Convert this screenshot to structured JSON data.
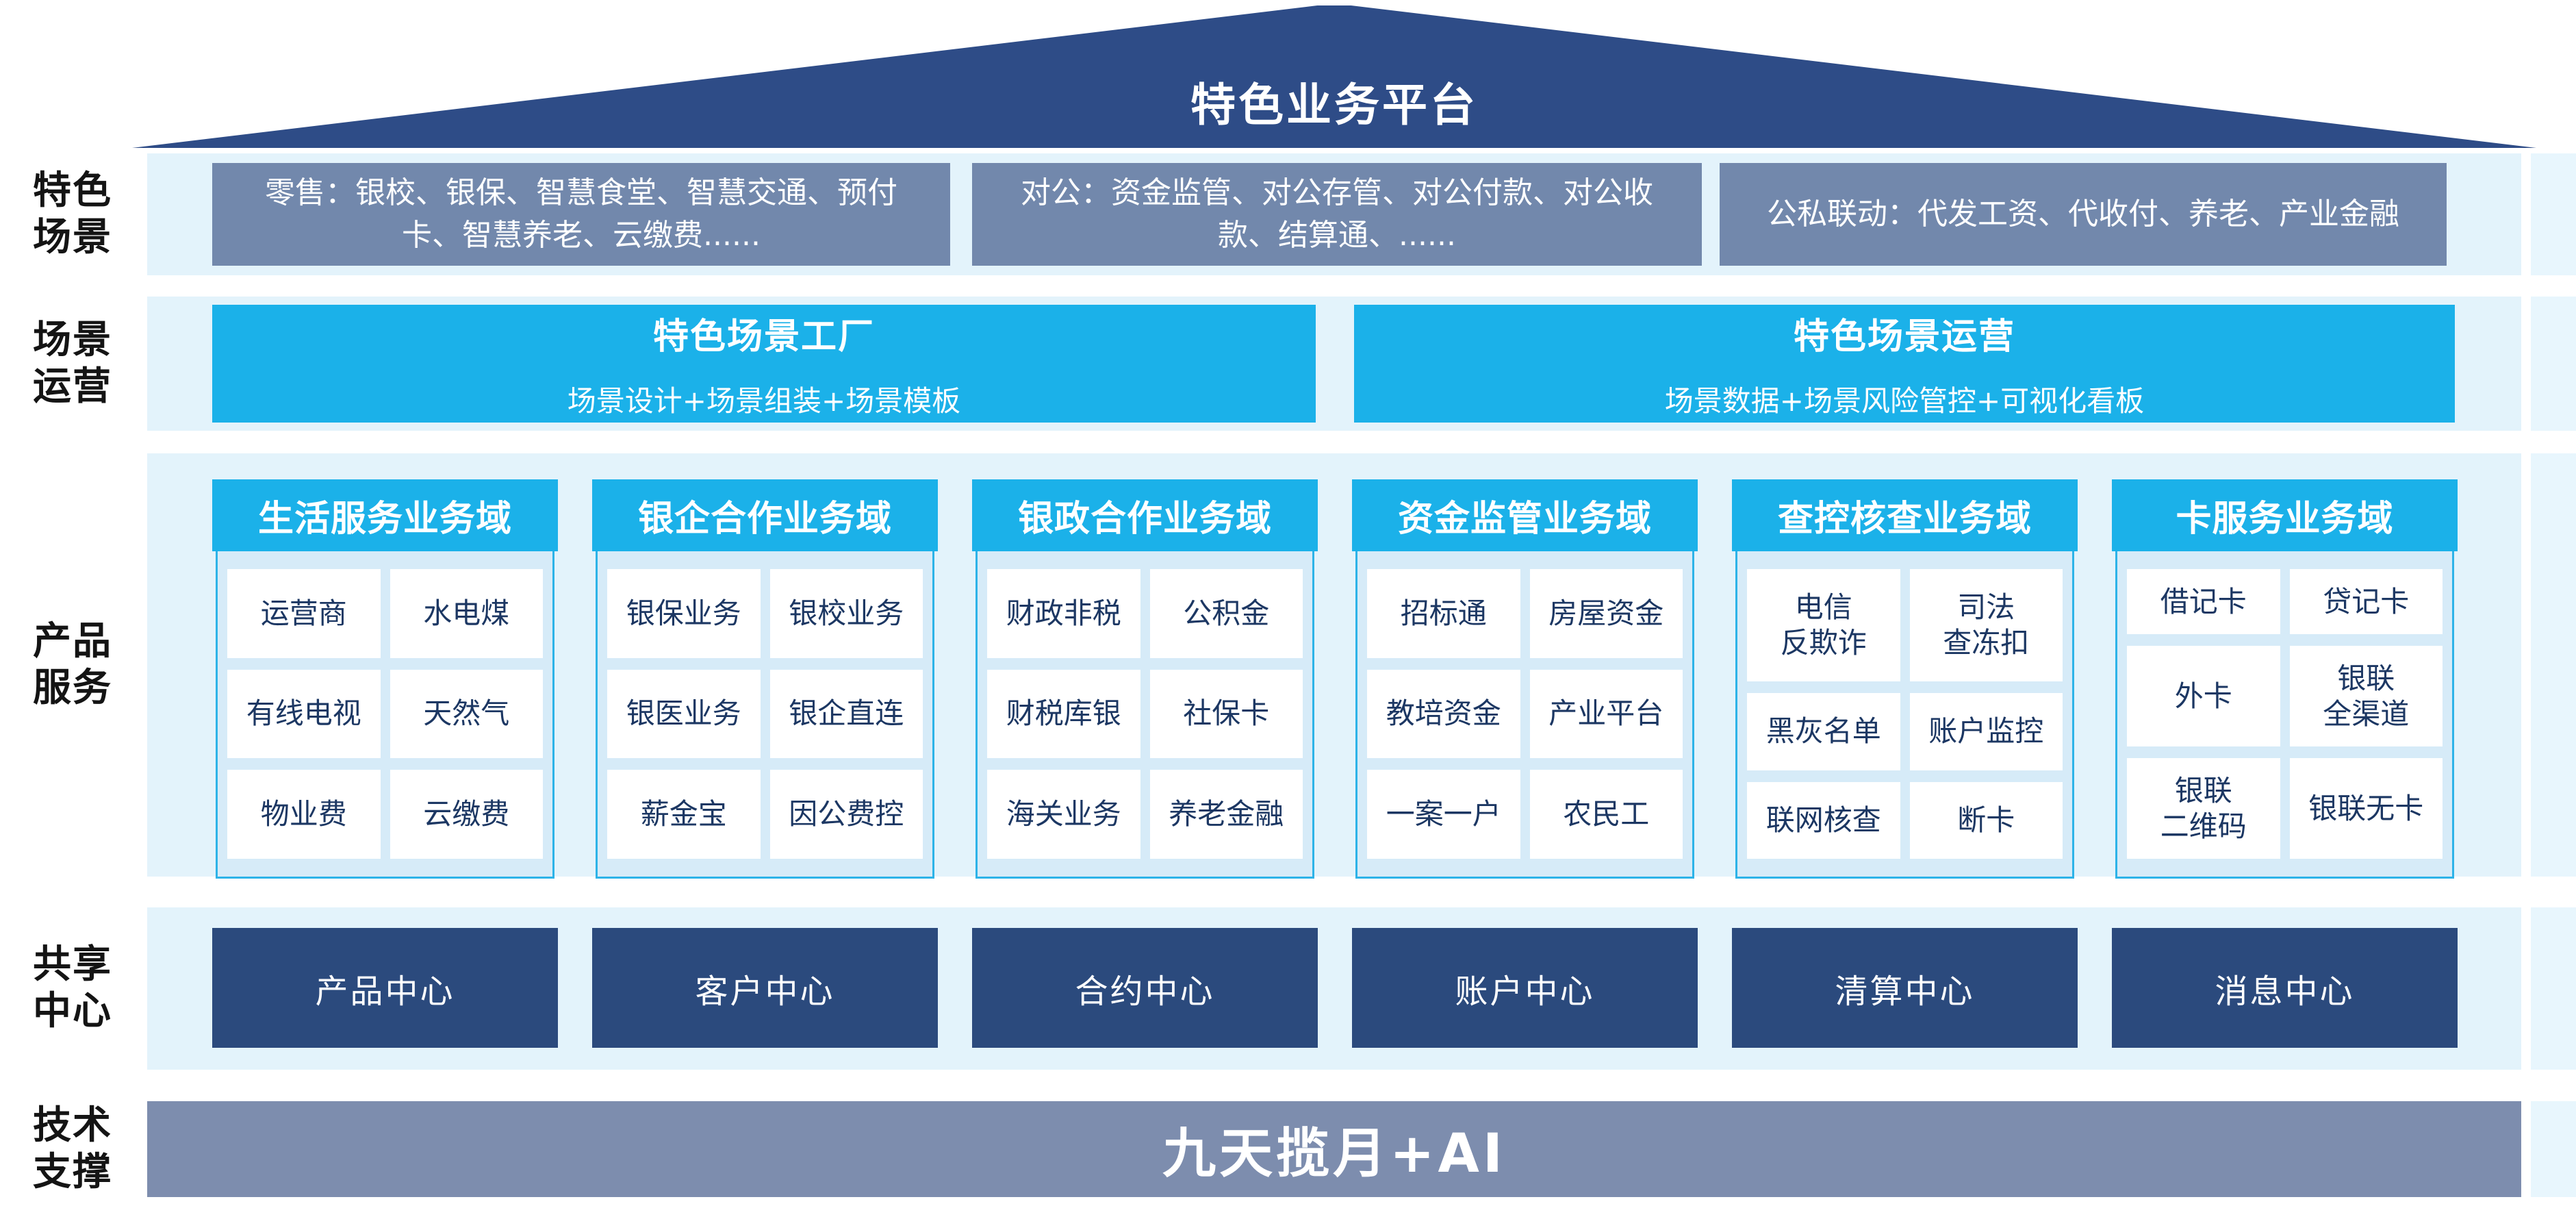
{
  "platform": {
    "title": "特色业务平台"
  },
  "row_labels": [
    {
      "id": "scenes",
      "text": "特色\n场景"
    },
    {
      "id": "operation",
      "text": "场景\n运营"
    },
    {
      "id": "products",
      "text": "产品\n服务"
    },
    {
      "id": "shared",
      "text": "共享\n中心"
    },
    {
      "id": "tech",
      "text": "技术\n支撑"
    }
  ],
  "scene_boxes": [
    "零售：银校、银保、智慧食堂、智慧交通、预付卡、智慧养老、云缴费......",
    "对公：资金监管、对公存管、对公付款、对公收款、结算通、......",
    "公私联动：代发工资、代收付、养老、产业金融"
  ],
  "operation_boxes": [
    {
      "title": "特色场景工厂",
      "subtitle": "场景设计+场景组装+场景模板"
    },
    {
      "title": "特色场景运营",
      "subtitle": "场景数据+场景风险管控+可视化看板"
    }
  ],
  "product_columns": [
    {
      "header": "生活服务业务域",
      "cells": [
        "运营商",
        "水电煤",
        "有线电视",
        "天然气",
        "物业费",
        "云缴费"
      ]
    },
    {
      "header": "银企合作业务域",
      "cells": [
        "银保业务",
        "银校业务",
        "银医业务",
        "银企直连",
        "薪金宝",
        "因公费控"
      ]
    },
    {
      "header": "银政合作业务域",
      "cells": [
        "财政非税",
        "公积金",
        "财税库银",
        "社保卡",
        "海关业务",
        "养老金融"
      ]
    },
    {
      "header": "资金监管业务域",
      "cells": [
        "招标通",
        "房屋资金",
        "教培资金",
        "产业平台",
        "一案一户",
        "农民工"
      ]
    },
    {
      "header": "查控核查业务域",
      "cells": [
        "电信\n反欺诈",
        "司法\n查冻扣",
        "黑灰名单",
        "账户监控",
        "联网核查",
        "断卡"
      ]
    },
    {
      "header": "卡服务业务域",
      "cells": [
        "借记卡",
        "贷记卡",
        "外卡",
        "银联\n全渠道",
        "银联\n二维码",
        "银联无卡"
      ]
    }
  ],
  "shared_centers": [
    "产品中心",
    "客户中心",
    "合约中心",
    "账户中心",
    "清算中心",
    "消息中心"
  ],
  "tech_support": "九天揽月+AI",
  "colors": {
    "roof_navy": "#2E4C87",
    "scene_gray_blue": "#7288AC",
    "accent_cyan": "#1BB1E9",
    "band_light_blue": "#E3F3FB",
    "column_body_blue": "#D6EBF8",
    "column_border_cyan": "#2DB3E8",
    "cell_text_navy": "#1C3763",
    "center_navy": "#2B4A7D",
    "tech_bar_gray": "#7D8DAE",
    "text_white": "#FFFFFF"
  }
}
